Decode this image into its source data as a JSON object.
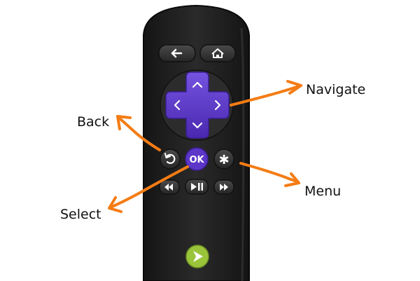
{
  "callouts": {
    "navigate": "Navigate",
    "back": "Back",
    "menu": "Menu",
    "select": "Select"
  },
  "remote": {
    "ok_label": "OK",
    "star_label": "✱"
  },
  "colors": {
    "remote_body": "#1d1d1d",
    "dpad": "#5b36c8",
    "ok_button": "#5b36c8",
    "arrow": "#f47c14",
    "logo": "#9ac43a"
  },
  "icons": {
    "back_button": "left-arrow-icon",
    "home_button": "home-icon",
    "replay_button": "replay-icon",
    "options_button": "asterisk-icon",
    "rewind_button": "rewind-icon",
    "play_pause_button": "play-pause-icon",
    "fast_forward_button": "fast-forward-icon",
    "logo": "roku-logo-icon"
  }
}
